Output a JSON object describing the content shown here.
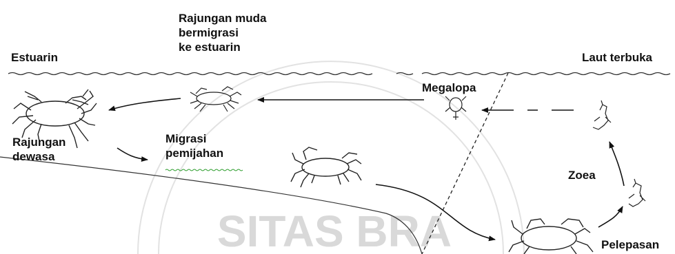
{
  "labels": {
    "estuarin": "Estuarin",
    "rajungan_muda": [
      "Rajungan muda",
      "bermigrasi",
      "ke estuarin"
    ],
    "laut_terbuka": "Laut terbuka",
    "megalopa": "Megalopa",
    "rajungan_dewasa": [
      "Rajungan",
      "dewasa"
    ],
    "migrasi_pemijahan": [
      "Migrasi",
      "pemijahan"
    ],
    "zoea": "Zoea",
    "pelepasan": "Pelepasan"
  },
  "watermark": "SITAS BRA",
  "colors": {
    "ink": "#111111",
    "watermark": "#d6d6d6",
    "squiggle_underline": "#2e9e2e"
  }
}
